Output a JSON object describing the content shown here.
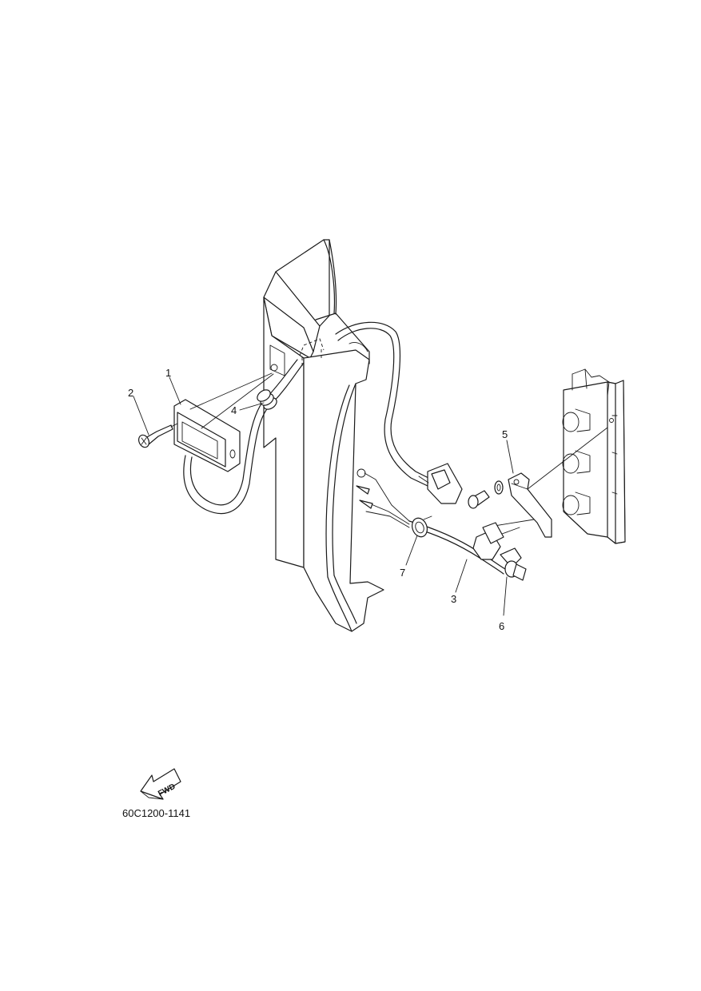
{
  "callouts": [
    {
      "id": "1",
      "label": "1"
    },
    {
      "id": "2",
      "label": "2"
    },
    {
      "id": "3",
      "label": "3"
    },
    {
      "id": "4",
      "label": "4"
    },
    {
      "id": "5",
      "label": "5"
    },
    {
      "id": "6",
      "label": "6"
    },
    {
      "id": "7",
      "label": "7"
    }
  ],
  "fwd_label": "FWD",
  "figure_code": "60C1200-1141"
}
